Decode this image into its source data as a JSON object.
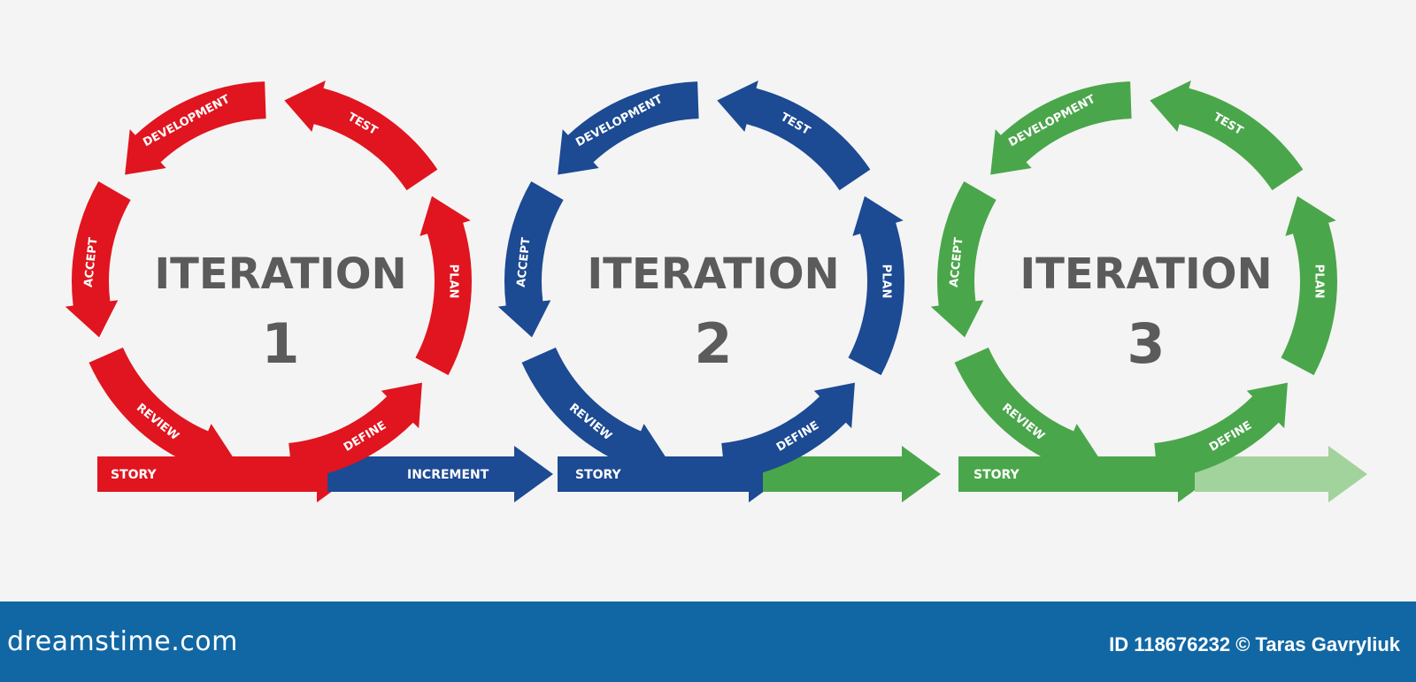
{
  "iterations": [
    {
      "title": "ITERATION",
      "number": "1",
      "color": "#e0151f",
      "segments": [
        "PLAN",
        "TEST",
        "DEVELOPMENT",
        "ACCEPT",
        "REVIEW",
        "DEFINE"
      ],
      "bar_label": "STORY"
    },
    {
      "title": "ITERATION",
      "number": "2",
      "color": "#1c4a93",
      "segments": [
        "PLAN",
        "TEST",
        "DEVELOPMENT",
        "ACCEPT",
        "REVIEW",
        "DEFINE"
      ],
      "bar_label": "STORY"
    },
    {
      "title": "ITERATION",
      "number": "3",
      "color": "#4aa64a",
      "segments": [
        "PLAN",
        "TEST",
        "DEVELOPMENT",
        "ACCEPT",
        "REVIEW",
        "DEFINE"
      ],
      "bar_label": "STORY"
    }
  ],
  "increment_label": "INCREMENT",
  "colors": {
    "faded_green": "#a3d39c"
  },
  "footer": {
    "brand": "dreamstime.com",
    "credit": "ID 118676232 © Taras  Gavryliuk"
  }
}
